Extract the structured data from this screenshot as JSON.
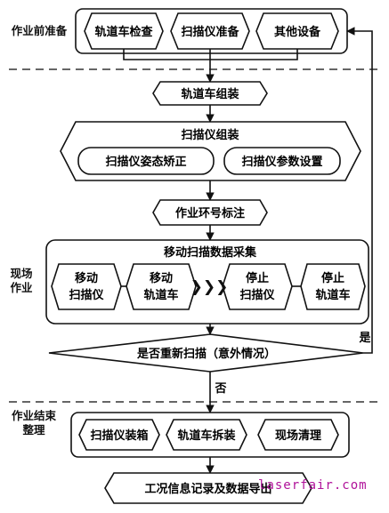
{
  "sections": {
    "prep": "作业前准备",
    "field_line1": "现场",
    "field_line2": "作业",
    "finish_line1": "作业结束",
    "finish_line2": "整理"
  },
  "prep_boxes": [
    "轨道车检查",
    "扫描仪准备",
    "其他设备"
  ],
  "track_assembly": "轨道车组装",
  "scanner_assembly": {
    "title": "扫描仪组装",
    "items": [
      "扫描仪姿态矫正",
      "扫描仪参数设置"
    ]
  },
  "ring_marking": "作业环号标注",
  "mobile_scan": {
    "title": "移动扫描数据采集",
    "steps": [
      {
        "line1": "移动",
        "line2": "扫描仪"
      },
      {
        "line1": "移动",
        "line2": "轨道车"
      },
      {
        "line1": "停止",
        "line2": "扫描仪"
      },
      {
        "line1": "停止",
        "line2": "轨道车"
      }
    ],
    "chevrons": "❯❯❯"
  },
  "decision": {
    "text": "是否重新扫描（意外情况）",
    "yes": "是",
    "no": "否"
  },
  "finish_boxes": [
    "扫描仪装箱",
    "轨道车拆装",
    "现场清理"
  ],
  "final_box": "工况信息记录及数据导出",
  "watermark": "laserfair.com"
}
